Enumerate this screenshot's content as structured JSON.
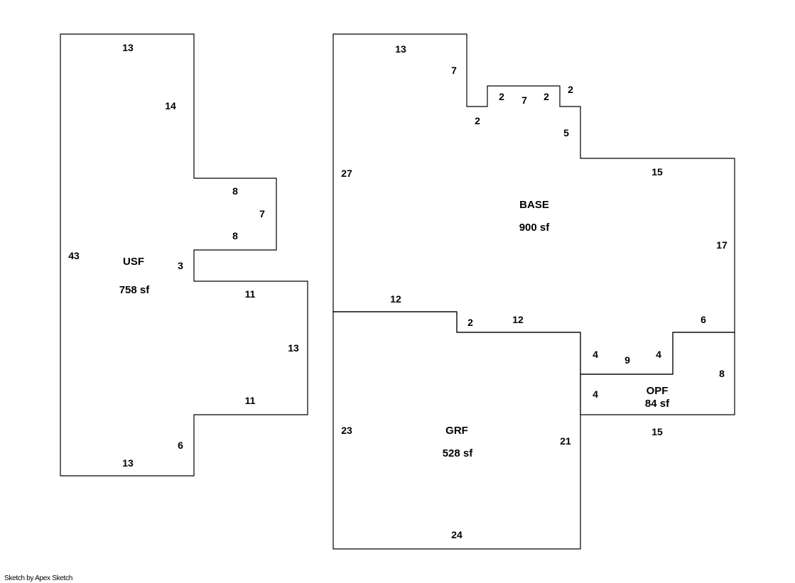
{
  "areas": {
    "usf": {
      "name": "USF",
      "size": "758 sf",
      "dimensions": [
        "13",
        "14",
        "8",
        "7",
        "8",
        "43",
        "3",
        "11",
        "13",
        "11",
        "6",
        "13"
      ]
    },
    "base": {
      "name": "BASE",
      "size": "900 sf",
      "dimensions": [
        "13",
        "7",
        "2",
        "2",
        "7",
        "2",
        "2",
        "5",
        "27",
        "15",
        "17",
        "12",
        "2",
        "12",
        "6"
      ]
    },
    "grf": {
      "name": "GRF",
      "size": "528 sf",
      "dimensions": [
        "23",
        "21",
        "24"
      ]
    },
    "opf": {
      "name": "OPF",
      "size": "84 sf",
      "dimensions": [
        "4",
        "9",
        "4",
        "4",
        "8",
        "15"
      ]
    }
  },
  "footer": "Sketch by Apex Sketch"
}
